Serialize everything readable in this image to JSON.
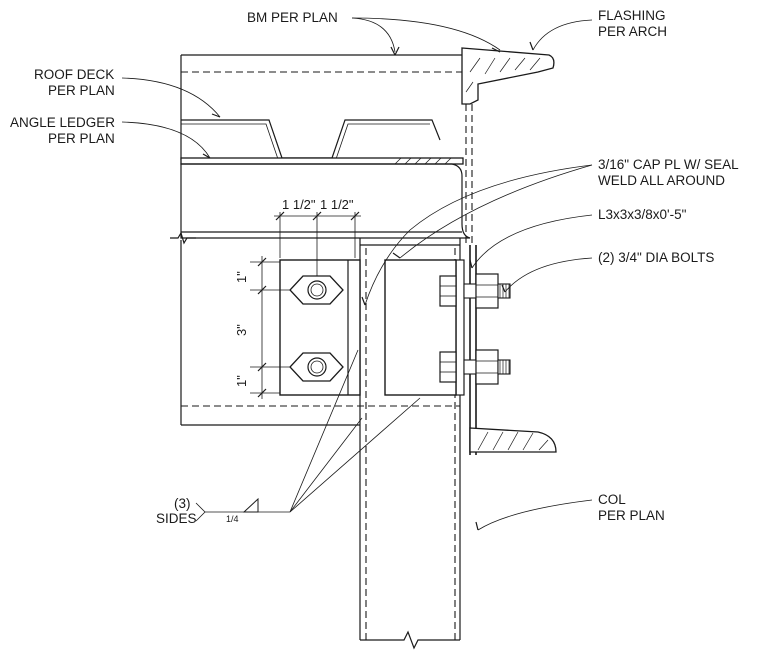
{
  "labels": {
    "bm": "BM PER PLAN",
    "flashing_1": "FLASHING",
    "flashing_2": "PER ARCH",
    "roof_deck_1": "ROOF DECK",
    "roof_deck_2": "PER PLAN",
    "angle_ledger_1": "ANGLE LEDGER",
    "angle_ledger_2": "PER PLAN",
    "cap_pl_1": "3/16\" CAP PL W/ SEAL",
    "cap_pl_2": "WELD ALL AROUND",
    "angle": "L3x3x3/8x0'-5\"",
    "bolts": "(2) 3/4\" DIA BOLTS",
    "col_1": "COL",
    "col_2": "PER PLAN"
  },
  "dimensions": {
    "bolt_gage_left": "1 1/2\"",
    "bolt_gage_right": "1 1/2\"",
    "edge_top": "1\"",
    "bolt_spacing": "3\"",
    "edge_bottom": "1\""
  },
  "weld_symbol": {
    "count": "(3)",
    "sides": "SIDES",
    "size": "1/4"
  }
}
